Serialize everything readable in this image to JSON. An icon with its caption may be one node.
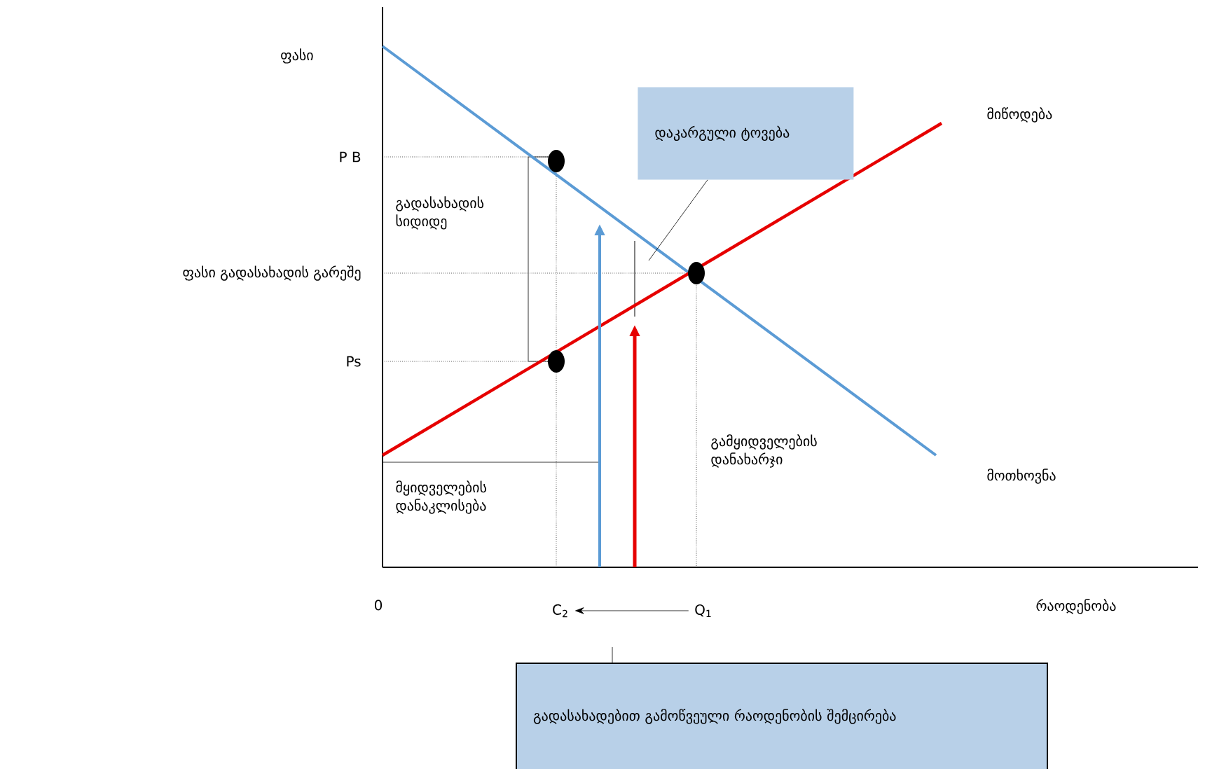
{
  "diagram": {
    "nodes": [
      {
        "text": [
          "ფასი"
        ]
      },
      {
        "text": [
          "P B"
        ]
      },
      {
        "text": [
          "ფასი გადასახადის გარეშე"
        ]
      },
      {
        "text": [
          "Ps"
        ]
      },
      {
        "text": [
          "გადასახადის სიდიდე"
        ]
      },
      {
        "text": [
          "დაკარგული ტოვება"
        ]
      },
      {
        "text": [
          "მიწოდება"
        ]
      },
      {
        "text": [
          "მოთხოვნა"
        ]
      },
      {
        "text": [
          "მყიდველების დანაკლისება"
        ]
      },
      {
        "text": [
          "გამყიდველების დანახარჯი"
        ]
      },
      {
        "text": [
          "0"
        ]
      },
      {
        "text": [
          "C$_{2}$"
        ]
      },
      {
        "text": [
          "Q$_{1}$"
        ]
      },
      {
        "text": [
          "რაოდენობა"
        ]
      },
      {
        "text": [
          "გადასახადებით გამოწვეული რაოდენობის შემცირება"
        ]
      }
    ],
    "edges": [
      {
        "from": 5,
        "to": null,
        "arrow": "none"
      },
      {
        "from": 12,
        "to": 11,
        "arrow": "to"
      },
      {
        "from": 14,
        "to": null,
        "arrow": "none"
      }
    ]
  }
}
